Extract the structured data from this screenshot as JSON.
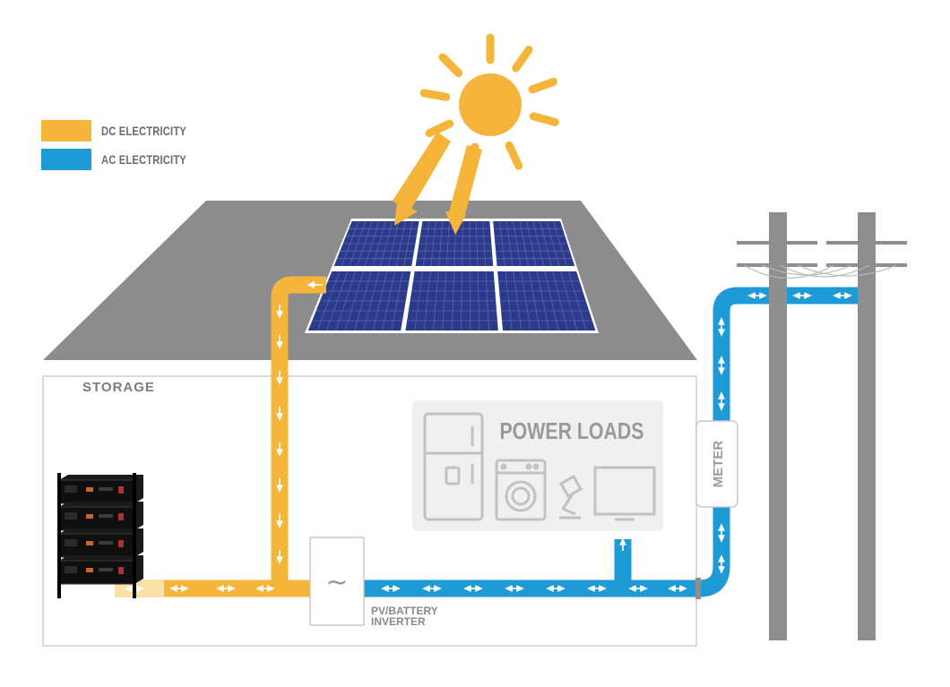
{
  "legend": {
    "dc_label": "DC ELECTRICITY",
    "ac_label": "AC ELECTRICITY"
  },
  "labels": {
    "storage": "STORAGE",
    "power_loads": "POWER LOADS",
    "meter": "METER",
    "inverter_line1": "PV/BATTERY",
    "inverter_line2": "INVERTER",
    "inverter_symbol": "~"
  },
  "colors": {
    "dc": "#f5b53a",
    "ac": "#1e9bd7",
    "sun": "#f5b53a",
    "roof": "#8c8c8e",
    "panel": "#2c3a8a",
    "pole": "#8e8e8e",
    "appliance_bg": "#f0f0f0",
    "appliance_line": "#c2c2c2"
  },
  "icons": [
    "sun-icon",
    "solar-panel-icon",
    "battery-stack-icon",
    "fridge-icon",
    "washing-machine-icon",
    "desk-lamp-icon",
    "tv-icon",
    "power-pole-icon"
  ]
}
